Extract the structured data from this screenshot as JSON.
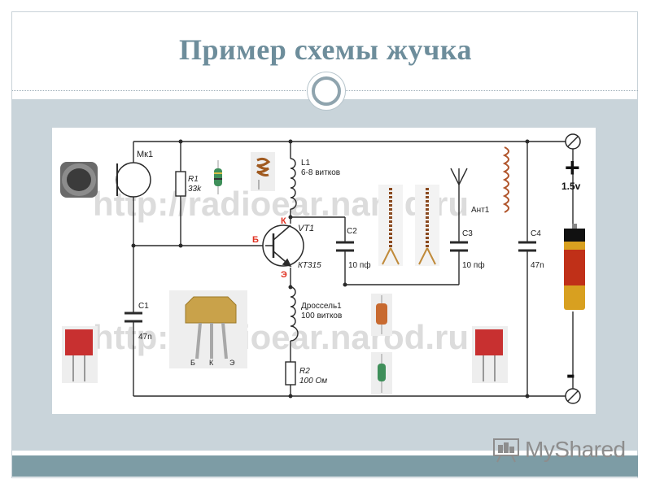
{
  "title": "Пример схемы жучка",
  "watermark": "http://radioear.narod.ru",
  "logo": "MyShared",
  "labels": {
    "mic": "Мк1",
    "r1_name": "R1",
    "r1_value": "33k",
    "l1_name": "L1",
    "l1_value": "6-8 витков",
    "vt1_name": "VT1",
    "vt1_model": "КТ315",
    "k": "К",
    "b": "Б",
    "e": "Э",
    "c1_name": "C1",
    "c1_value": "47n",
    "c2_name": "C2",
    "c2_value": "10 пф",
    "c3_name": "C3",
    "c3_value": "10 пф",
    "c4_name": "C4",
    "c4_value": "47n",
    "antenna": "Ант1",
    "choke_name": "Дроссель1",
    "choke_value": "100 витков",
    "r2_name": "R2",
    "r2_value": "100 Ом",
    "voltage": "1.5v",
    "plus": "+",
    "minus": "-",
    "pin_b": "Б",
    "pin_k": "К",
    "pin_e": "Э"
  },
  "colors": {
    "title": "#6d8d9b",
    "pin_label_red": "#e03020",
    "wire": "#2a2a2a"
  }
}
